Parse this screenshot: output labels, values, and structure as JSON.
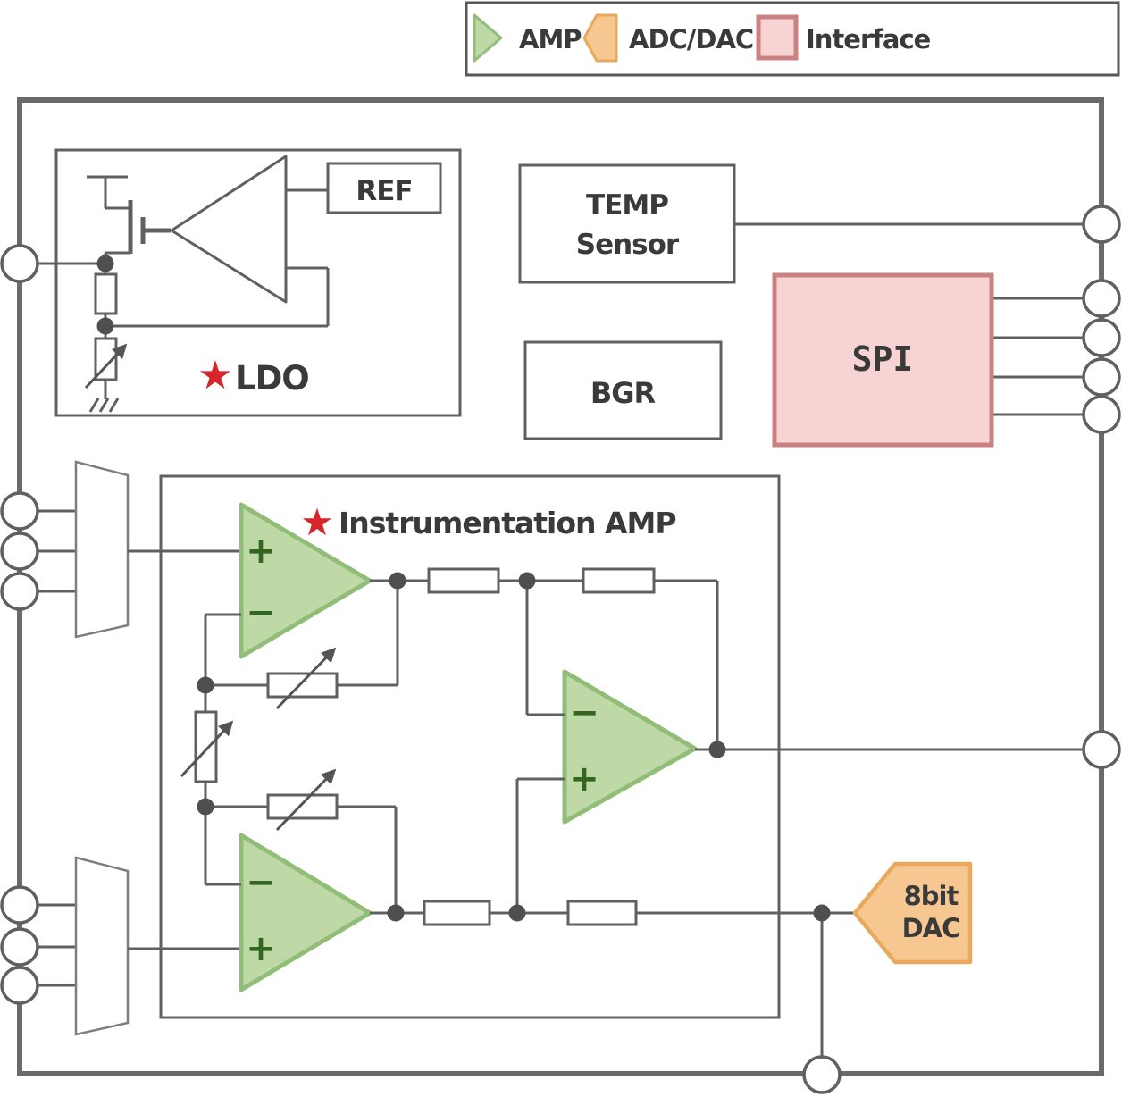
{
  "legend": {
    "items": [
      {
        "icon": "amp-triangle",
        "label": "AMP"
      },
      {
        "icon": "adc-dac-pentagon",
        "label": "ADC/DAC"
      },
      {
        "icon": "interface-square",
        "label": "Interface"
      }
    ]
  },
  "symbols": {
    "star": "★",
    "plus": "+",
    "minus": "−"
  },
  "blocks": {
    "ldo": {
      "label": "LDO",
      "starred": true
    },
    "ref": {
      "label": "REF"
    },
    "temp_sensor": {
      "line1": "TEMP",
      "line2": "Sensor"
    },
    "bgr": {
      "label": "BGR"
    },
    "spi": {
      "label": "SPI"
    },
    "instrumentation_amp": {
      "label": "Instrumentation AMP",
      "starred": true
    },
    "dac": {
      "line1": "8bit",
      "line2": "DAC"
    }
  },
  "colors": {
    "wire_gray": "#606060",
    "boundary_gray": "#6a6a6a",
    "mux_gray": "#7e7e7e",
    "text_dark": "#3a3a3a",
    "junction_gray": "#4f4f4f",
    "amp_fill": "#bed9a6",
    "amp_border": "#92bd79",
    "amp_sign_green": "#336621",
    "adc_dac_fill": "#f6c791",
    "adc_dac_border": "#e8a95c",
    "interface_fill": "#f7d3d3",
    "interface_border": "#c98181",
    "star_red": "#d6252b",
    "dac_text_brown": "#4a351c"
  }
}
